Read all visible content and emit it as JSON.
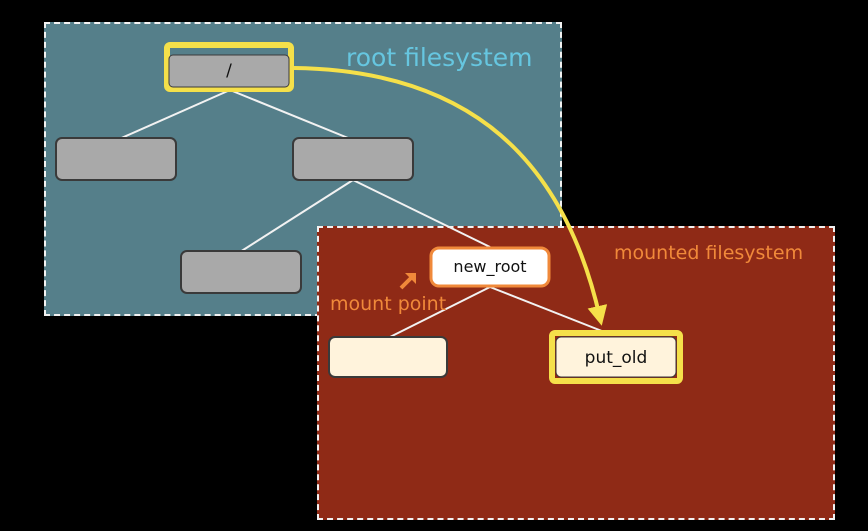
{
  "diagram": {
    "root_panel": {
      "label": "root filesystem"
    },
    "mounted_panel": {
      "label": "mounted filesystem"
    },
    "nodes": {
      "slash": "/",
      "new_root": "new_root",
      "put_old": "put_old"
    },
    "annotations": {
      "mount_point": "mount point"
    }
  },
  "colors": {
    "background": "#000000",
    "root_panel": "#557f8a",
    "mounted_panel": "#8f2a16",
    "root_label": "#66c6e0",
    "orange_accent": "#f0893a",
    "highlight_yellow": "#f5e04a",
    "grey_node": "#a9a9a9",
    "cream_node": "#fff3dc"
  }
}
